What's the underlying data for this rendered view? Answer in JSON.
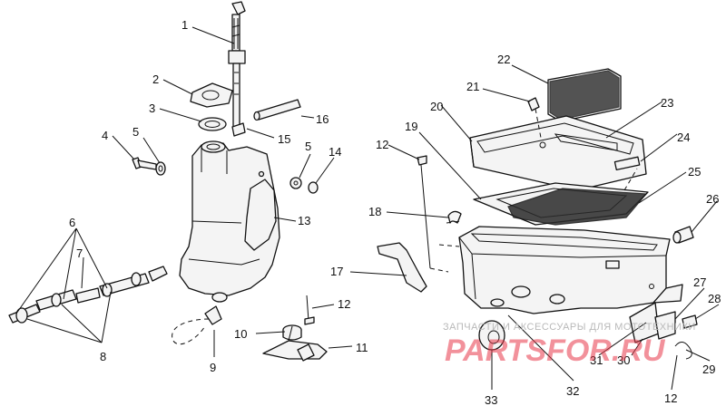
{
  "diagram": {
    "callouts": [
      {
        "id": "c1",
        "label": "1"
      },
      {
        "id": "c2",
        "label": "2"
      },
      {
        "id": "c3",
        "label": "3"
      },
      {
        "id": "c4",
        "label": "4"
      },
      {
        "id": "c5a",
        "label": "5"
      },
      {
        "id": "c5b",
        "label": "5"
      },
      {
        "id": "c6",
        "label": "6"
      },
      {
        "id": "c7",
        "label": "7"
      },
      {
        "id": "c8",
        "label": "8"
      },
      {
        "id": "c9",
        "label": "9"
      },
      {
        "id": "c10",
        "label": "10"
      },
      {
        "id": "c11",
        "label": "11"
      },
      {
        "id": "c12a",
        "label": "12"
      },
      {
        "id": "c12b",
        "label": "12"
      },
      {
        "id": "c12c",
        "label": "12"
      },
      {
        "id": "c13",
        "label": "13"
      },
      {
        "id": "c14",
        "label": "14"
      },
      {
        "id": "c15",
        "label": "15"
      },
      {
        "id": "c16",
        "label": "16"
      },
      {
        "id": "c17",
        "label": "17"
      },
      {
        "id": "c18",
        "label": "18"
      },
      {
        "id": "c19",
        "label": "19"
      },
      {
        "id": "c20",
        "label": "20"
      },
      {
        "id": "c21",
        "label": "21"
      },
      {
        "id": "c22",
        "label": "22"
      },
      {
        "id": "c23",
        "label": "23"
      },
      {
        "id": "c24",
        "label": "24"
      },
      {
        "id": "c25",
        "label": "25"
      },
      {
        "id": "c26",
        "label": "26"
      },
      {
        "id": "c27",
        "label": "27"
      },
      {
        "id": "c28",
        "label": "28"
      },
      {
        "id": "c29",
        "label": "29"
      },
      {
        "id": "c30",
        "label": "30"
      },
      {
        "id": "c31",
        "label": "31"
      },
      {
        "id": "c32",
        "label": "32"
      },
      {
        "id": "c33",
        "label": "33"
      }
    ]
  },
  "watermark": {
    "caption": "ЗАПЧАСТИ И АКСЕССУАРЫ ДЛЯ МОТОТЕХНИКИ",
    "logo": "PARTSFOR.RU",
    "logo_color": "#e8394a"
  }
}
